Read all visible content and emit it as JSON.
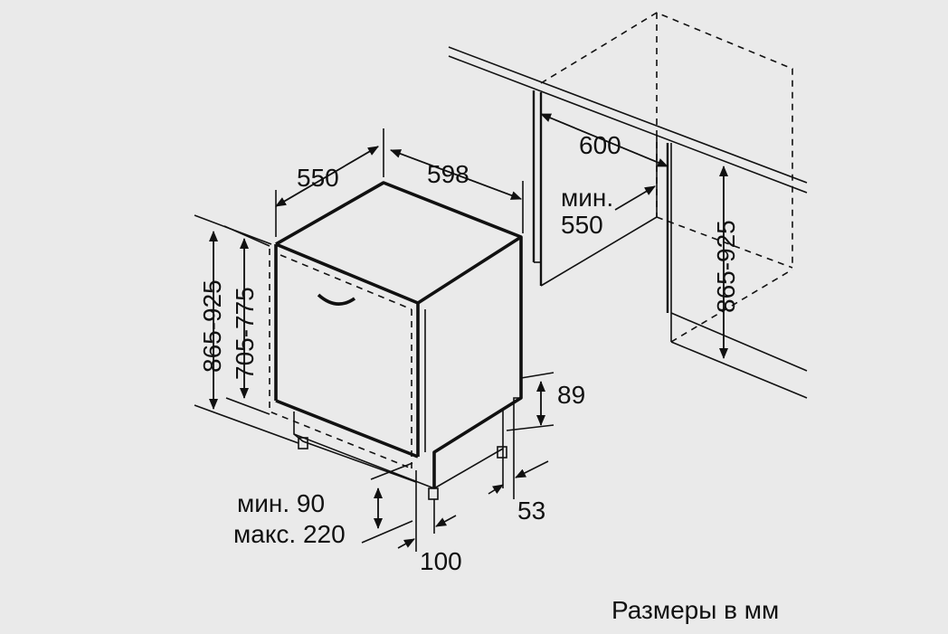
{
  "diagram": {
    "background": "#eaeaea",
    "line_color": "#111111",
    "dimensions": {
      "width_depth": "550",
      "width": "598",
      "height_total": "865-925",
      "height_door": "705-775",
      "niche_depth": "600",
      "niche_min_label": "мин.",
      "niche_min_value": "550",
      "niche_height": "865-925",
      "plinth_height": "89",
      "plinth_offset": "53",
      "foot_min": "мин. 90",
      "foot_max": "макс. 220",
      "foot_depth": "100"
    },
    "caption": "Размеры в мм"
  }
}
